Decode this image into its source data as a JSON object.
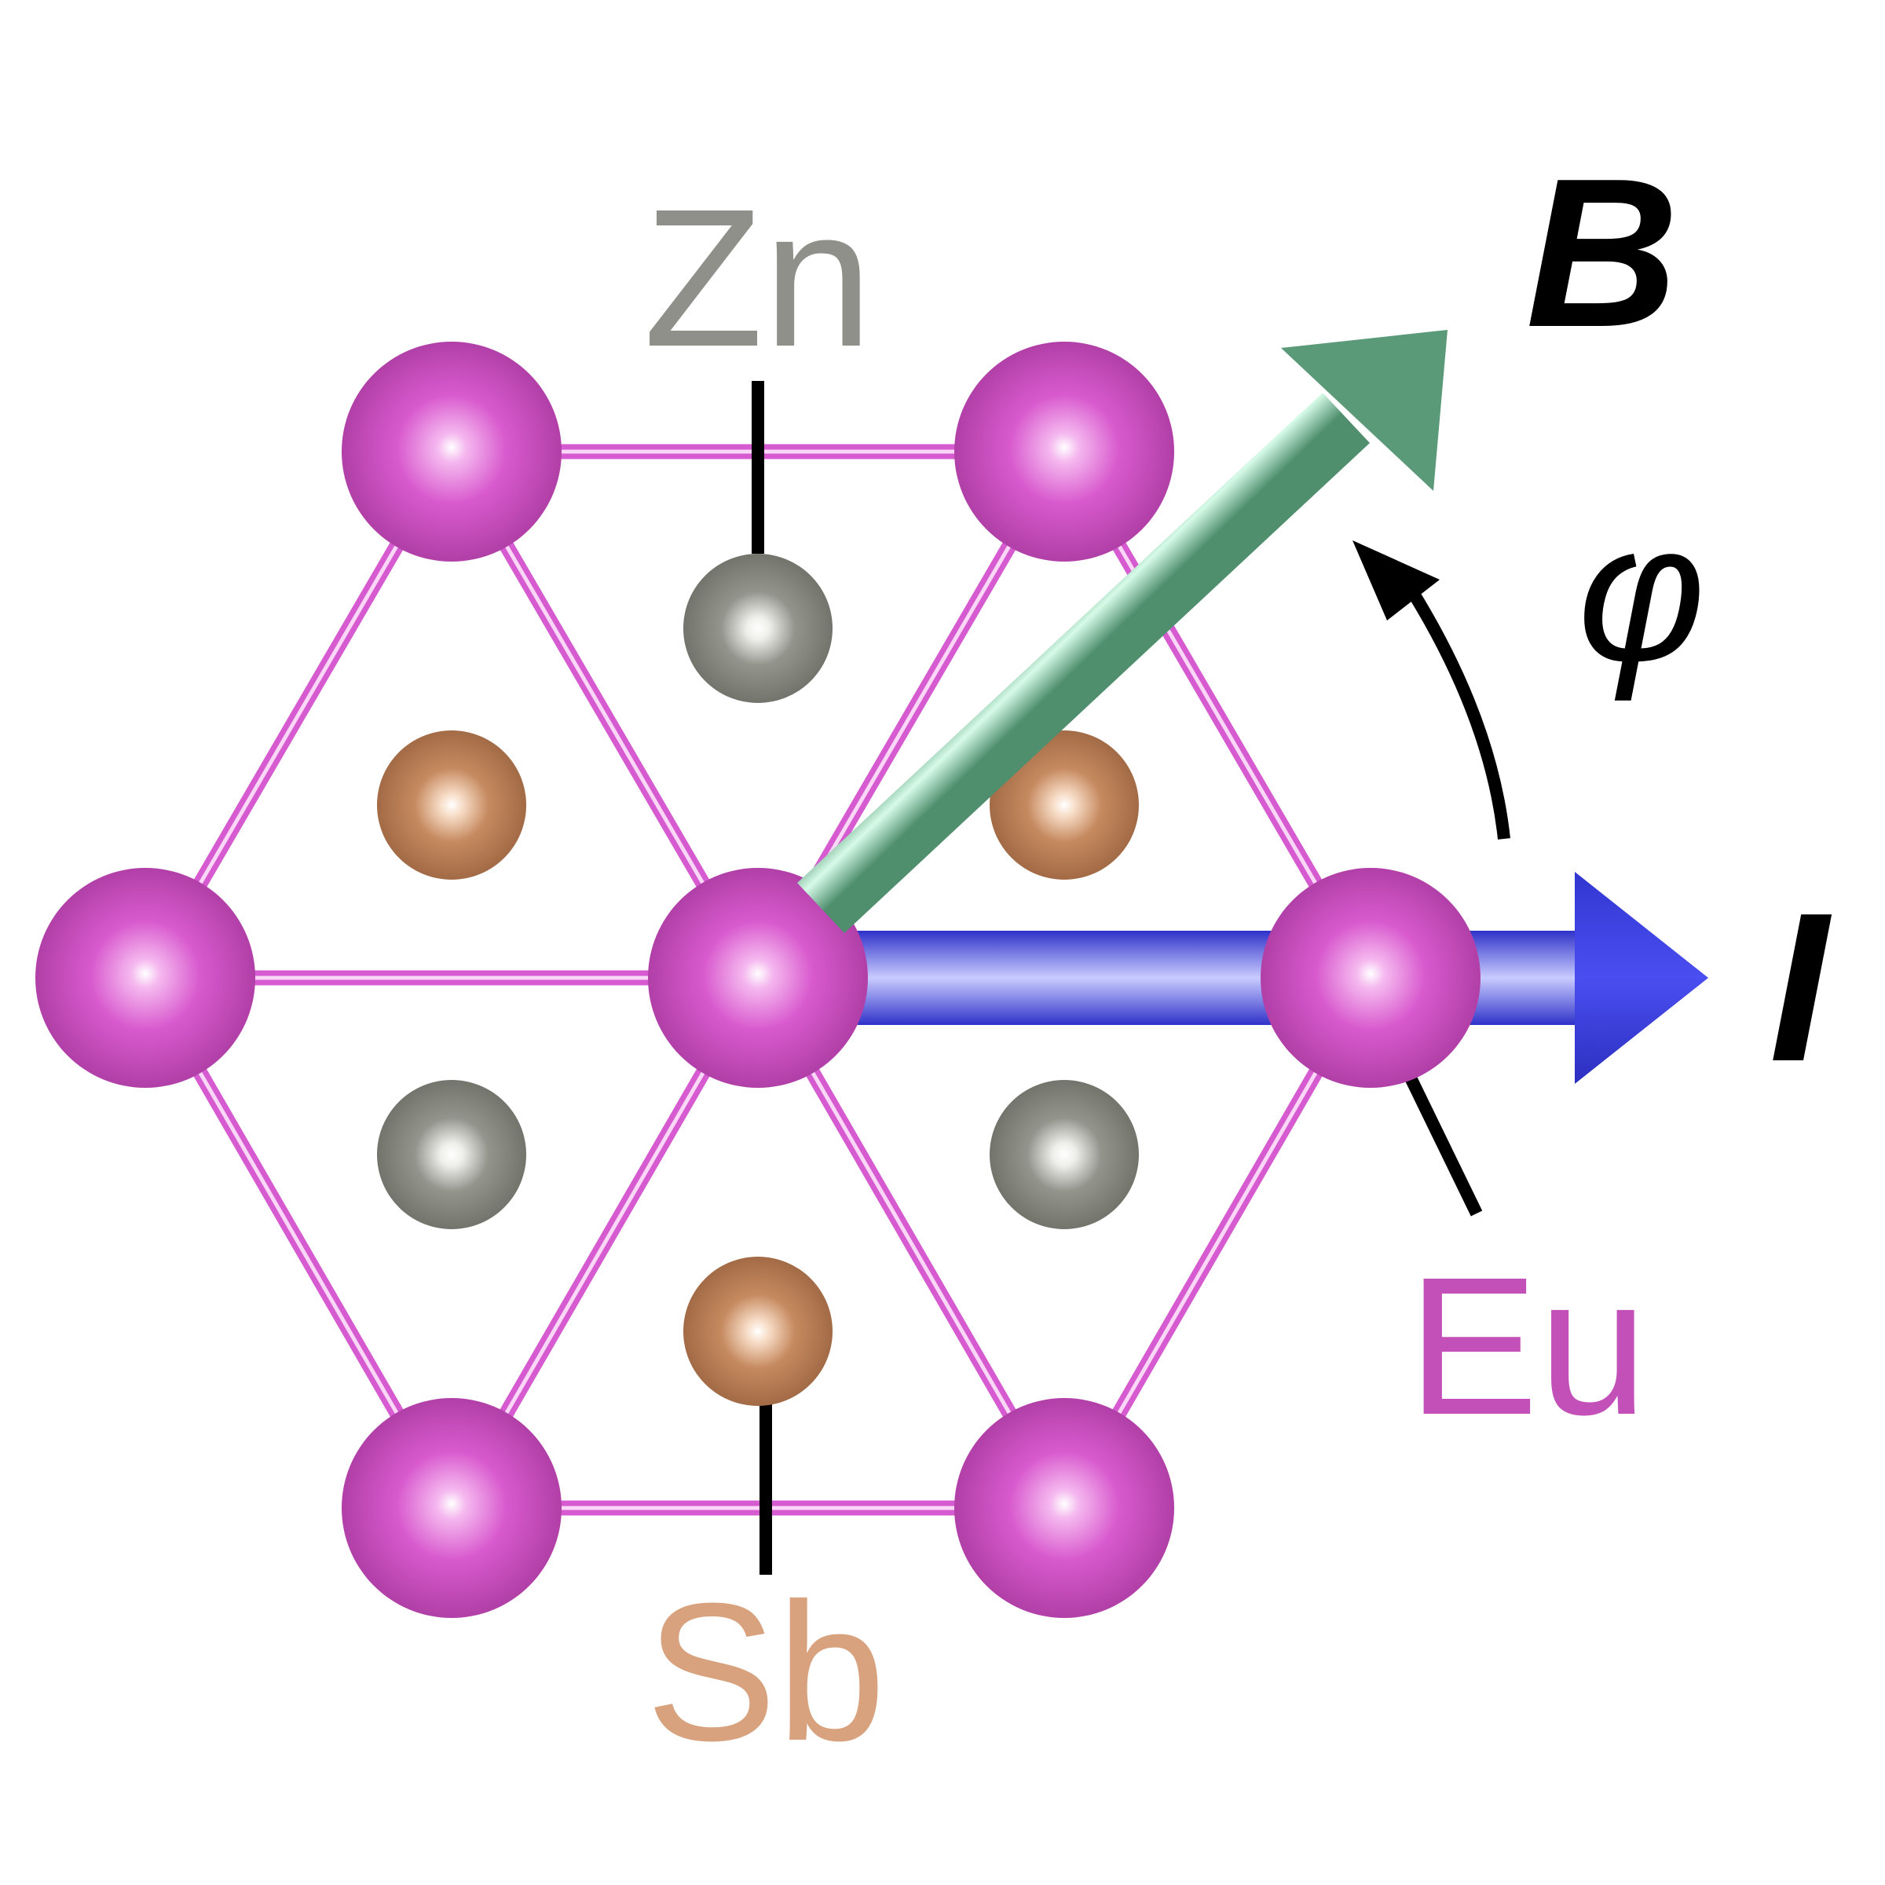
{
  "labels": {
    "zn": "Zn",
    "sb": "Sb",
    "eu": "Eu",
    "field": "B",
    "current": "I",
    "angle": "φ"
  },
  "colors": {
    "eu": "#cc4fc2",
    "eu_bond": "#d65ad0",
    "zn": "#8b8d85",
    "sb": "#c07f55",
    "zn_label": "#8e9089",
    "sb_label": "#d7a27d",
    "eu_label": "#c34fb9",
    "field_arrow": "#5a9a78",
    "current_arrow": "#3f42e0",
    "text": "#000000"
  }
}
